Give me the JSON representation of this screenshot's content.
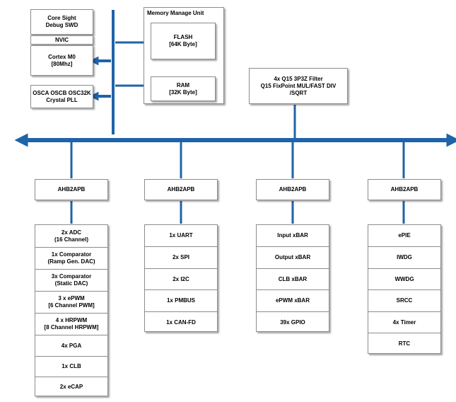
{
  "core": {
    "coresight": "Core Sight\nDebug SWD",
    "nvic": "NVIC",
    "cortex": "Cortex M0\n[80Mhz]",
    "osc": "OSCA OSCB OSC32K\nCrystal PLL"
  },
  "mmu": {
    "title": "Memory Manage Unit",
    "flash": "FLASH\n[64K Byte]",
    "ram": "RAM\n[32K Byte]"
  },
  "filter": "4x  Q15 3P3Z Filter\nQ15 FixPoint MUL/FAST DIV\n/SQRT",
  "bridges": [
    "AHB2APB",
    "AHB2APB",
    "AHB2APB",
    "AHB2APB"
  ],
  "peripherals": {
    "col1": [
      "2x  ADC\n(16 Channel)",
      "1x Comparator\n(Ramp Gen. DAC)",
      "3x Comparator\n(Static DAC)",
      "3 x ePWM\n[6 Channel PWM]",
      "4 x HRPWM\n[8 Channel HRPWM]",
      "4x  PGA",
      "1x  CLB",
      "2x eCAP"
    ],
    "col2": [
      "1x UART",
      "2x SPI",
      "2x I2C",
      "1x PMBUS",
      "1x CAN-FD"
    ],
    "col3": [
      "Input xBAR",
      "Output xBAR",
      "CLB xBAR",
      "ePWM xBAR",
      "39x GPIO"
    ],
    "col4": [
      "ePIE",
      "IWDG",
      "WWDG",
      "SRCC",
      "4x Timer",
      "RTC"
    ]
  },
  "colors": {
    "bus": "#1f63a8",
    "border": "#8c8c8c"
  }
}
